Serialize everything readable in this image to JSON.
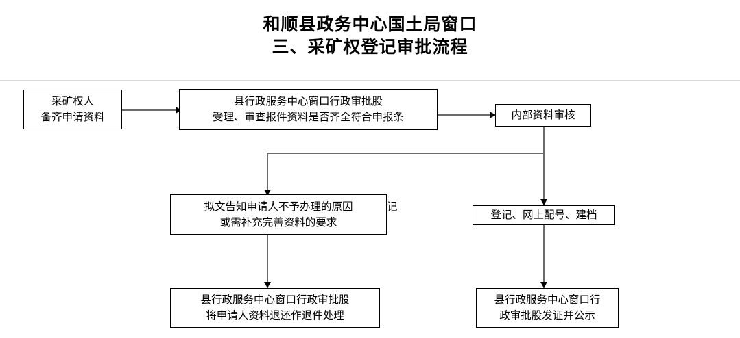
{
  "title": {
    "line1": "和顺县政务中心国土局窗口",
    "line2": "三、采矿权登记审批流程"
  },
  "nodes": {
    "applicant": {
      "line1": "采矿权人",
      "line2": "备齐申请资料"
    },
    "intake_review": {
      "line1": "县行政服务中心窗口行政审批股",
      "line2": "受理、审查报件资料是否齐全符合申报条"
    },
    "internal_review": {
      "line1": "内部资料审核"
    },
    "notify_reason": {
      "line1": "拟文告知申请人不予办理的原因",
      "line2": "或需补充完善资料的要求"
    },
    "register_archive": {
      "line1": "登记、网上配号、建档"
    },
    "return_materials": {
      "line1": "县行政服务中心窗口行政审批股",
      "line2": "将申请人资料退还作退件处理"
    },
    "issue_certificate": {
      "line1": "县行政服务中心窗口行",
      "line2": "政审批股发证并公示"
    },
    "obscured_fragment": {
      "text": "记"
    }
  },
  "colors": {
    "line": "#6b6b6b",
    "arrow": "#000000",
    "border": "#000000",
    "rule": "#d9d9d9",
    "text": "#000000",
    "background": "#ffffff"
  }
}
